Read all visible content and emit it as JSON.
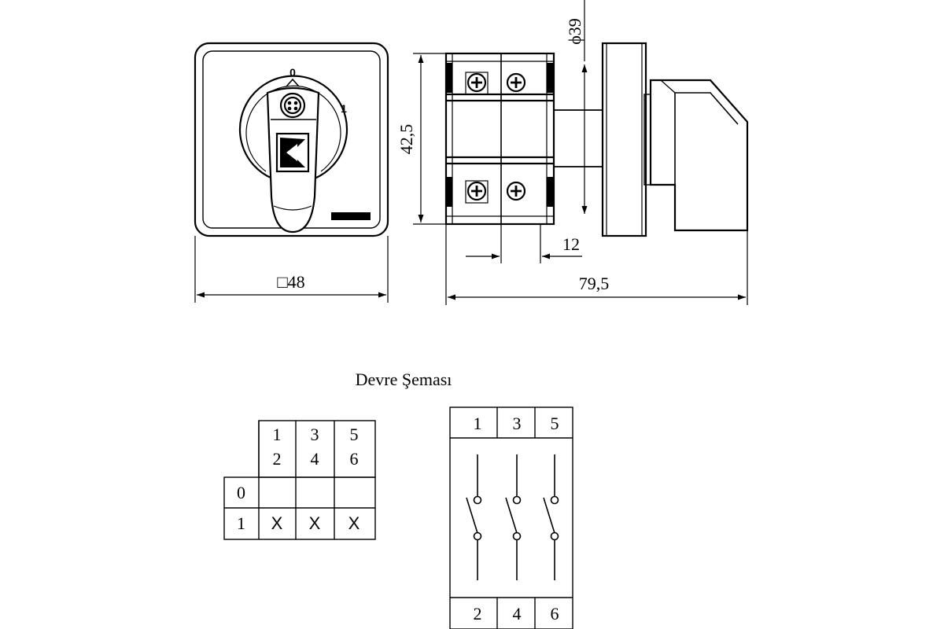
{
  "front_view": {
    "position_off": "0",
    "position_on": "1",
    "width_dim": "□48"
  },
  "side_view": {
    "height_dim": "42,5",
    "diameter_dim": "ϕ39",
    "module_dim": "12",
    "length_dim": "79,5"
  },
  "schema": {
    "title": "Devre Şeması",
    "contact_headers": [
      {
        "top": "1",
        "bottom": "2"
      },
      {
        "top": "3",
        "bottom": "4"
      },
      {
        "top": "5",
        "bottom": "6"
      }
    ],
    "rows": [
      {
        "position": "0",
        "marks": [
          "",
          "",
          ""
        ]
      },
      {
        "position": "1",
        "marks": [
          "X",
          "X",
          "X"
        ]
      }
    ],
    "top_terminals": [
      "1",
      "3",
      "5"
    ],
    "bottom_terminals": [
      "2",
      "4",
      "6"
    ]
  }
}
